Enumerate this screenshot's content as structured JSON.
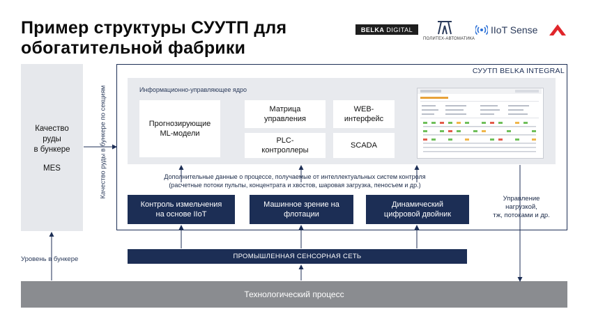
{
  "title": {
    "line1": "Пример структуры СУУТП для",
    "line2": "обогатительной фабрики"
  },
  "logos": {
    "belka_bold": "BELKA",
    "belka_rest": "DIGITAL",
    "politech": "ПОЛИТЕХ-АВТОМАТИКА",
    "iiot": "IIoT Sense"
  },
  "mes": {
    "line1": "Качество",
    "line2": "руды",
    "line3": "в бункере",
    "sub": "MES"
  },
  "vertical_label": "Качество руды в бункере по секциям",
  "system": {
    "label": "СУУТП BELKA INTEGRAL"
  },
  "core": {
    "label": "Информационно-управляющее ядро",
    "ml": {
      "line1": "Прогнозирующие",
      "line2": "ML-модели"
    },
    "matrix": {
      "line1": "Матрица",
      "line2": "управления"
    },
    "plc": {
      "line1": "PLC-",
      "line2": "контроллеры"
    },
    "web": {
      "line1": "WEB-",
      "line2": "интерфейс"
    },
    "scada": "SCADA"
  },
  "info": {
    "line1": "Дополнительные данные о процессе, получаемые от интеллектуальных систем контроля",
    "line2": "(расчетные потоки пульпы, концентрата и хвостов, шаровая загрузка, пеносъем и др.)"
  },
  "modules": {
    "grinding": {
      "line1": "Контроль измельчения",
      "line2": "на основе IIoT"
    },
    "vision": {
      "line1": "Машинное зрение на",
      "line2": "флотации"
    },
    "twin": {
      "line1": "Динамический",
      "line2": "цифровой двойник"
    }
  },
  "sensor_network": "ПРОМЫШЛЕННАЯ СЕНСОРНАЯ СЕТЬ",
  "right_note": {
    "line1": "Управление",
    "line2": "нагрузкой,",
    "line3": "тж, потоками и др."
  },
  "left_note": "Уровень в бункере",
  "process": "Технологический процесс",
  "colors": {
    "navy": "#1c2e55",
    "core_bg": "#e8eaee",
    "mes_bg": "#e6e8ec",
    "process_bg": "#8a8c90",
    "logo_red": "#e0262b"
  }
}
